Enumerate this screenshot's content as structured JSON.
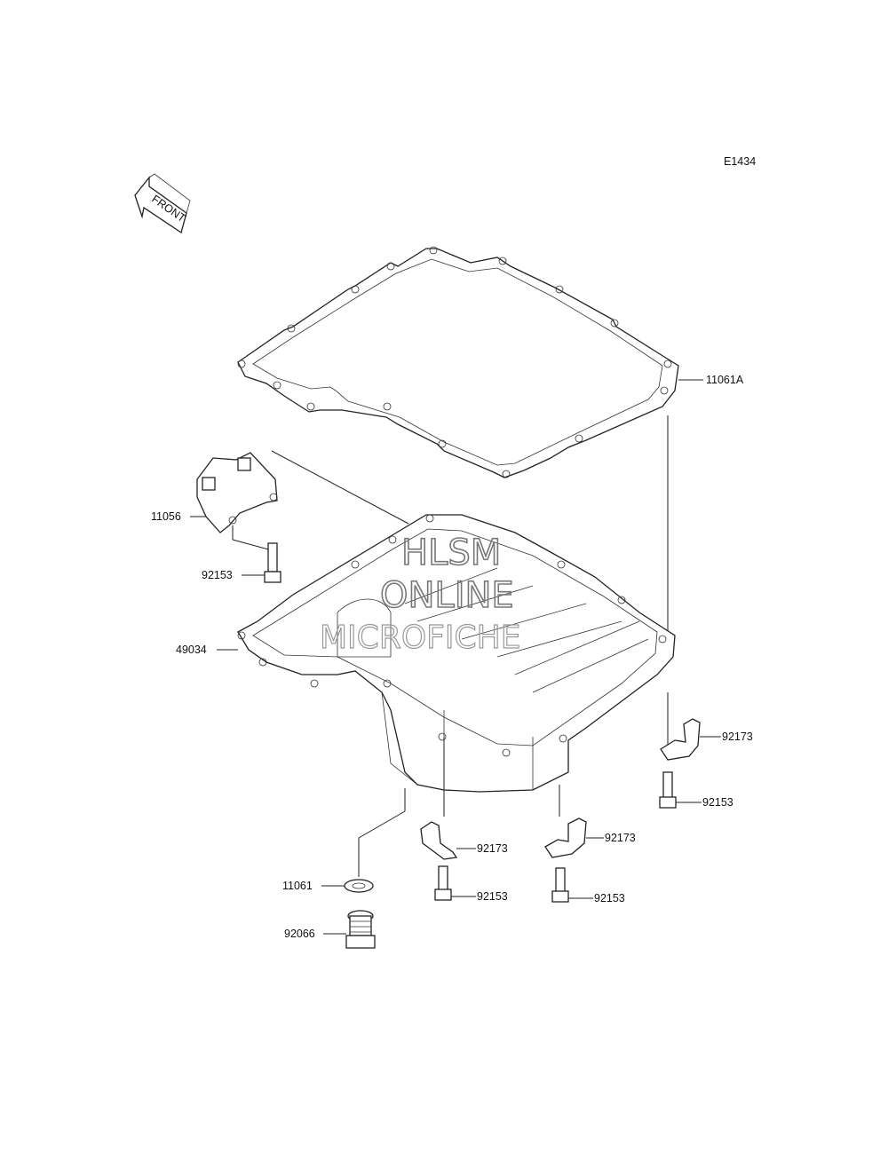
{
  "diagram": {
    "code": "E1434",
    "front_label": "FRONT",
    "watermark": [
      "HLSM",
      "ONLINE",
      "MICROFICHE"
    ],
    "parts": {
      "gasket": "11061A",
      "bracket": "11056",
      "bolt_top": "92153",
      "oil_pan": "49034",
      "clamp_right": "92173",
      "bolt_right": "92153",
      "clamp_middle_left": "92173",
      "clamp_middle_right": "92173",
      "bolt_middle_left": "92153",
      "bolt_middle_right": "92153",
      "washer": "11061",
      "drain_plug": "92066"
    }
  }
}
